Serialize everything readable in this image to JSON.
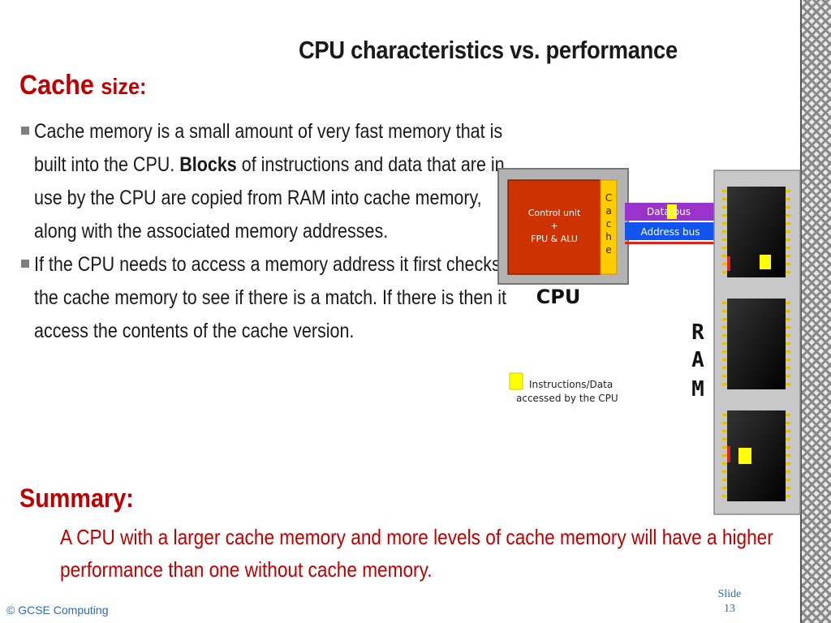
{
  "slide": {
    "title": "CPU characteristics vs. performance",
    "cache_heading": "Cache",
    "cache_heading_small": "size:",
    "bullets": [
      {
        "text_before": "Cache memory is a small amount of very fast memory that is built into the CPU. ",
        "bold": "Blocks",
        "text_after": " of instructions and data that are in use by the CPU are copied from RAM into cache memory, along with the associated memory addresses."
      },
      {
        "text_before": "If the CPU needs to access a memory address it first checks the cache memory to see if there is a match. If there is then it access the contents of the cache version.",
        "bold": "",
        "text_after": ""
      }
    ],
    "summary_heading": "Summary:",
    "summary_text": "A CPU with a larger cache memory and more levels of cache memory will have a higher performance than one without cache memory.",
    "footer": "© GCSE Computing",
    "slide_label": "Slide",
    "slide_number": "13"
  },
  "diagram": {
    "control_unit_line1": "Control unit",
    "control_unit_line2": "+",
    "control_unit_line3": "FPU & ALU",
    "cache_letters": [
      "C",
      "a",
      "c",
      "h",
      "e"
    ],
    "data_bus": "Data bus",
    "address_bus": "Address bus",
    "cpu_label": "CPU",
    "ram_letters": [
      "R",
      "A",
      "M"
    ],
    "legend_line1": "Instructions/Data",
    "legend_line2": "accessed by the CPU",
    "colors": {
      "cpu_core": "#cc3300",
      "cache": "#ffcc00",
      "data_bus": "#9933cc",
      "address_bus": "#1155ee",
      "highlight": "#ffff00",
      "heading_red": "#c00000"
    }
  }
}
